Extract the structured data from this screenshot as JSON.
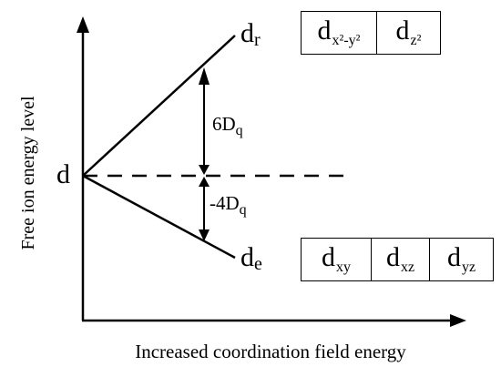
{
  "axes": {
    "y_label": "Free ion energy level",
    "x_label": "Increased coordination field energy"
  },
  "levels": {
    "free_ion": "d",
    "upper": {
      "main": "d",
      "sub": "r"
    },
    "lower": {
      "main": "d",
      "sub": "e"
    }
  },
  "splitting": {
    "upper": {
      "value": "6D",
      "sub": "q"
    },
    "lower": {
      "value": "-4D",
      "sub": "q"
    }
  },
  "orbitals": {
    "upper": [
      {
        "main": "d",
        "sub": "x²-y²"
      },
      {
        "main": "d",
        "sub": "z²"
      }
    ],
    "lower": [
      {
        "main": "d",
        "sub": "xy"
      },
      {
        "main": "d",
        "sub": "xz"
      },
      {
        "main": "d",
        "sub": "yz"
      }
    ]
  }
}
